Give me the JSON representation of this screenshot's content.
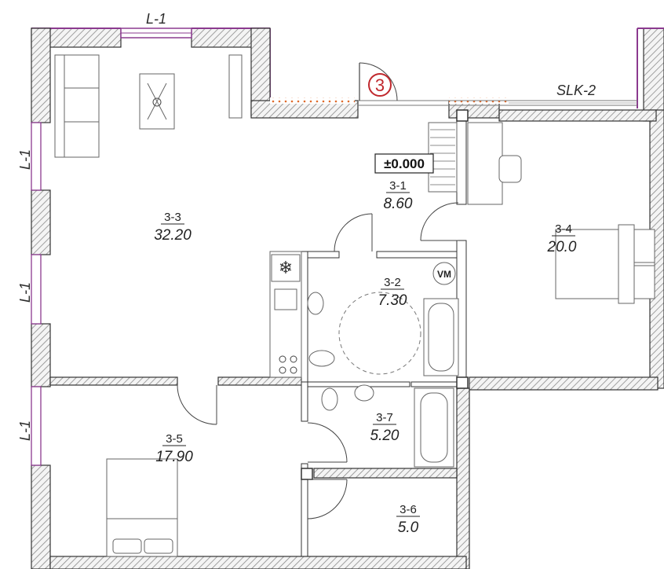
{
  "level_marker": "±0.000",
  "entry_number": "3",
  "window_labels": {
    "top": "L-1",
    "left_1": "L-1",
    "left_2": "L-1",
    "left_3": "L-1",
    "slider": "SLK-2"
  },
  "appliance_label": "VM",
  "rooms": [
    {
      "id": "3-1",
      "area": "8.60"
    },
    {
      "id": "3-2",
      "area": "7.30"
    },
    {
      "id": "3-3",
      "area": "32.20"
    },
    {
      "id": "3-4",
      "area": "20.0"
    },
    {
      "id": "3-5",
      "area": "17.90"
    },
    {
      "id": "3-6",
      "area": "5.0"
    },
    {
      "id": "3-7",
      "area": "5.20"
    }
  ],
  "colors": {
    "wall_outline": "#333333",
    "hatch": "#8a8a8a",
    "window_purple": "#8b3a8f",
    "insulation_orange": "#e06a2a",
    "entry_red": "#c0282d"
  }
}
